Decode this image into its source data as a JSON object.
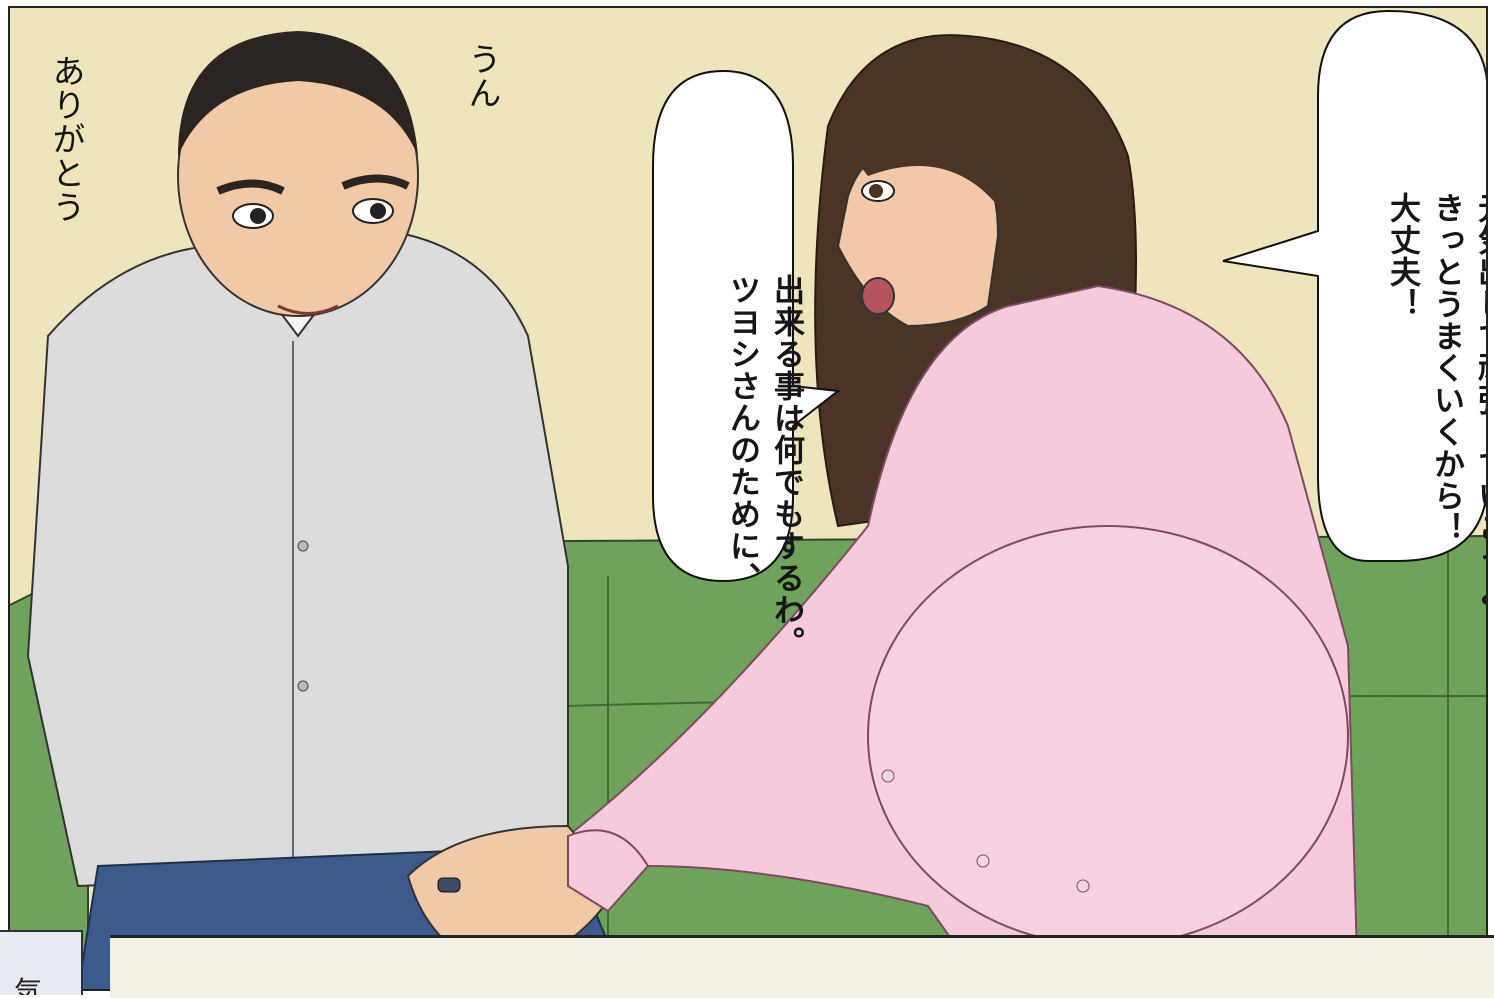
{
  "dialogue": {
    "woman_bubble_right": {
      "lines": [
        "大丈夫！",
        "きっとうまくいくから！",
        "元気出して頑張っていこうよ。"
      ]
    },
    "woman_bubble_center": {
      "lines": [
        "ツヨシさんのために、",
        "出来る事は何でもするわ。"
      ]
    },
    "man_reply_un": "うん",
    "man_reply_thanks": "ありがとう"
  },
  "corner_fragment": "気",
  "colors": {
    "wall": "#efe5bd",
    "sofa": "#6fa35c",
    "shirt_man": "#dcdcdc",
    "shirt_woman": "#f6c9dd",
    "jeans": "#3d5a8c",
    "hair_woman": "#4a3426"
  }
}
